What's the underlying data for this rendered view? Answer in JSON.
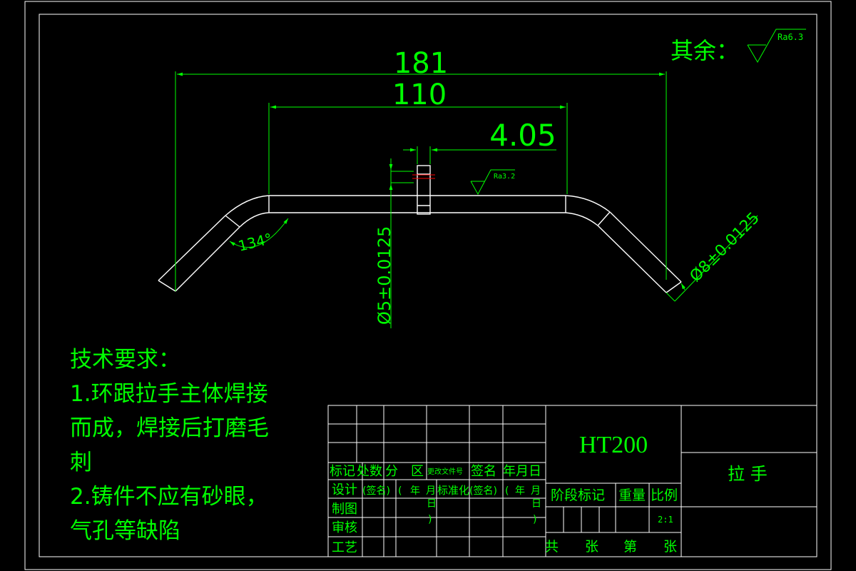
{
  "drawing": {
    "roughness_general_label": "其余：",
    "roughness_general_value": "Ra6.3",
    "roughness_local_value": "Ra3.2",
    "dim_overall": "181",
    "dim_straight": "110",
    "dim_ring_width": "4.05",
    "dim_angle": "134°",
    "dim_small_dia": "Ø5±0.0125",
    "dim_large_dia": "Ø8±0.0125"
  },
  "tech_requirements": {
    "title": "技术要求：",
    "item1_line1": "1.环跟拉手主体焊接",
    "item1_line2": "而成，焊接后打磨毛",
    "item1_line3": "刺",
    "item2_line1": "2.铸件不应有砂眼，",
    "item2_line2": "气孔等缺陷"
  },
  "title_block": {
    "material": "HT200",
    "part_name": "拉 手",
    "scale_value": "2:1",
    "row_headers": [
      "标记",
      "处数",
      "分",
      "区",
      "更改文件号",
      "签名",
      "年月日"
    ],
    "design_label": "设计",
    "design_sign": "(签名)",
    "design_date_open": "(",
    "design_year": "年",
    "design_month": "月",
    "design_day": "日",
    "design_close": ")",
    "standard_label": "标准化",
    "standard_sign": "(签名)",
    "standard_date_open": "(",
    "standard_year": "年",
    "standard_month": "月",
    "standard_day": "日",
    "standard_close": ")",
    "draw_label": "制图",
    "check_label": "审核",
    "process_label": "工艺",
    "stage_label": "阶段标记",
    "weight_label": "重量",
    "scale_label": "比例",
    "sheet_total": "共",
    "sheet_unit1": "张",
    "sheet_no": "第",
    "sheet_unit2": "张"
  },
  "colors": {
    "background": "#000000",
    "geometry": "#ffffff",
    "annotation": "#00ff00",
    "centerline": "#ff0000"
  }
}
